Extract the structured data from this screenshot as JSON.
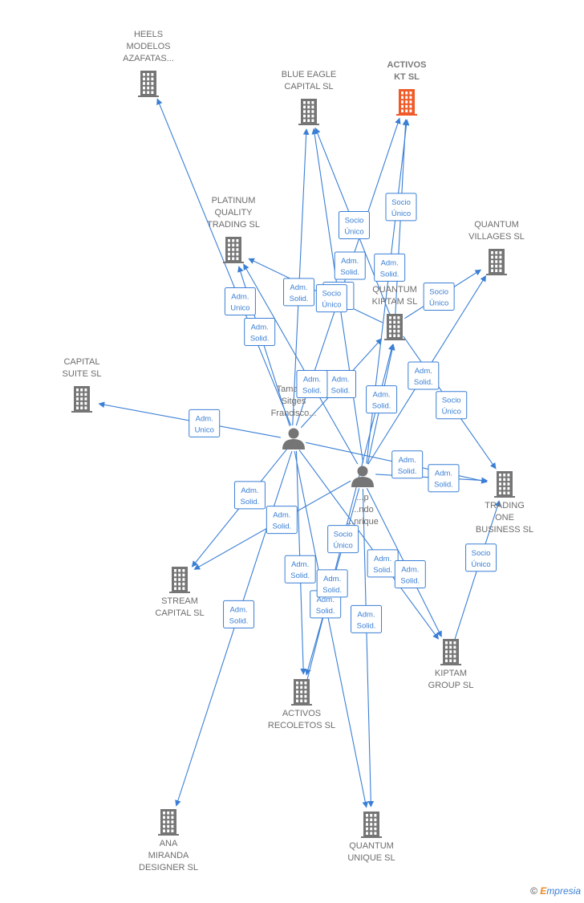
{
  "companies": [
    {
      "id": "heels",
      "label": [
        "HEELS",
        "MODELOS",
        "AZAFATAS..."
      ],
      "highlight": false,
      "icon": "building-icon"
    },
    {
      "id": "blue_eagle",
      "label": [
        "BLUE EAGLE",
        "CAPITAL  SL"
      ],
      "highlight": false,
      "icon": "building-icon"
    },
    {
      "id": "activos_kt",
      "label": [
        "ACTIVOS",
        "KT  SL"
      ],
      "highlight": true,
      "icon": "building-icon"
    },
    {
      "id": "platinum",
      "label": [
        "PLATINUM",
        "QUALITY",
        "TRADING  SL"
      ],
      "highlight": false,
      "icon": "building-icon"
    },
    {
      "id": "quantum_villages",
      "label": [
        "QUANTUM",
        "VILLAGES  SL"
      ],
      "highlight": false,
      "icon": "building-icon"
    },
    {
      "id": "quantum_kiptam",
      "label": [
        "QUANTUM",
        "KIPTAM  SL"
      ],
      "highlight": false,
      "icon": "building-icon"
    },
    {
      "id": "capital_suite",
      "label": [
        "CAPITAL",
        "SUITE  SL"
      ],
      "highlight": false,
      "icon": "building-icon"
    },
    {
      "id": "trading_one",
      "label": [
        "TRADING",
        "ONE",
        "BUSINESS  SL"
      ],
      "highlight": false,
      "icon": "building-icon"
    },
    {
      "id": "stream",
      "label": [
        "STREAM",
        "CAPITAL  SL"
      ],
      "highlight": false,
      "icon": "building-icon"
    },
    {
      "id": "kiptam_group",
      "label": [
        "KIPTAM",
        "GROUP  SL"
      ],
      "highlight": false,
      "icon": "building-icon"
    },
    {
      "id": "activos_recoletos",
      "label": [
        "ACTIVOS",
        "RECOLETOS  SL"
      ],
      "highlight": false,
      "icon": "building-icon"
    },
    {
      "id": "ana_miranda",
      "label": [
        "ANA",
        "MIRANDA",
        "DESIGNER SL"
      ],
      "highlight": false,
      "icon": "building-icon"
    },
    {
      "id": "quantum_unique",
      "label": [
        "QUANTUM",
        "UNIQUE  SL"
      ],
      "highlight": false,
      "icon": "building-icon"
    }
  ],
  "persons": [
    {
      "id": "tamargo",
      "label": [
        "Tamargo",
        "Sitges",
        "Francisco..."
      ],
      "icon": "person-icon"
    },
    {
      "id": "p2",
      "label": [
        "...p",
        "...ndo",
        "...nrique"
      ],
      "icon": "person-icon"
    }
  ],
  "edges": [
    {
      "from": "tamargo",
      "to": "heels",
      "label": [
        "Adm.",
        "Unico"
      ]
    },
    {
      "from": "tamargo",
      "to": "blue_eagle",
      "label": [
        "Adm.",
        "Solid."
      ]
    },
    {
      "from": "tamargo",
      "to": "activos_kt",
      "label": [
        "Adm.",
        "Solid."
      ]
    },
    {
      "from": "tamargo",
      "to": "platinum",
      "label": [
        "Adm.",
        "Solid."
      ]
    },
    {
      "from": "tamargo",
      "to": "capital_suite",
      "label": [
        "Adm.",
        "Unico"
      ]
    },
    {
      "from": "tamargo",
      "to": "quantum_kiptam",
      "label": [
        "Adm.",
        "Solid."
      ]
    },
    {
      "from": "tamargo",
      "to": "trading_one",
      "label": [
        "Adm.",
        "Solid."
      ]
    },
    {
      "from": "tamargo",
      "to": "stream",
      "label": [
        "Adm.",
        "Solid."
      ]
    },
    {
      "from": "tamargo",
      "to": "ana_miranda",
      "label": [
        "Adm.",
        "Solid."
      ]
    },
    {
      "from": "tamargo",
      "to": "activos_recoletos",
      "label": [
        "Adm.",
        "Solid."
      ]
    },
    {
      "from": "tamargo",
      "to": "kiptam_group",
      "label": [
        "Adm.",
        "Solid."
      ]
    },
    {
      "from": "tamargo",
      "to": "quantum_unique",
      "label": [
        "Adm.",
        "Solid."
      ]
    },
    {
      "from": "p2",
      "to": "blue_eagle",
      "label": [
        "Adm.",
        "Solid."
      ]
    },
    {
      "from": "p2",
      "to": "activos_kt",
      "label": [
        "Adm.",
        "Solid."
      ]
    },
    {
      "from": "p2",
      "to": "platinum",
      "label": [
        "Adm.",
        "Solid."
      ]
    },
    {
      "from": "p2",
      "to": "quantum_villages",
      "label": [
        "Adm.",
        "Solid."
      ]
    },
    {
      "from": "p2",
      "to": "quantum_kiptam",
      "label": [
        "Adm.",
        "Solid."
      ]
    },
    {
      "from": "p2",
      "to": "trading_one",
      "label": [
        "Adm.",
        "Solid."
      ]
    },
    {
      "from": "p2",
      "to": "stream",
      "label": [
        "Adm.",
        "Solid."
      ]
    },
    {
      "from": "p2",
      "to": "activos_recoletos",
      "label": [
        "Adm.",
        "Solid."
      ]
    },
    {
      "from": "p2",
      "to": "kiptam_group",
      "label": [
        "Adm.",
        "Solid."
      ]
    },
    {
      "from": "p2",
      "to": "quantum_unique",
      "label": [
        "Adm.",
        "Solid."
      ]
    },
    {
      "from": "quantum_kiptam",
      "to": "blue_eagle",
      "label": [
        "Socio",
        "Único"
      ]
    },
    {
      "from": "quantum_kiptam",
      "to": "activos_kt",
      "label": [
        "Socio",
        "Único"
      ]
    },
    {
      "from": "quantum_kiptam",
      "to": "platinum",
      "label": [
        "Socio",
        "Único"
      ]
    },
    {
      "from": "quantum_kiptam",
      "to": "quantum_villages",
      "label": [
        "Socio",
        "Único"
      ]
    },
    {
      "from": "quantum_kiptam",
      "to": "trading_one",
      "label": [
        "Socio",
        "Único"
      ]
    },
    {
      "from": "kiptam_group",
      "to": "trading_one",
      "label": [
        "Socio",
        "Único"
      ]
    },
    {
      "from": "activos_recoletos",
      "to": "quantum_kiptam",
      "label": [
        "Socio",
        "Único"
      ]
    }
  ],
  "footer": {
    "copyright": "©",
    "brand_initial": "E",
    "brand_rest": "mpresia"
  },
  "colors": {
    "edge": "#3a7fd5",
    "building": "#757575",
    "highlight": "#f05a28",
    "person": "#757575"
  }
}
